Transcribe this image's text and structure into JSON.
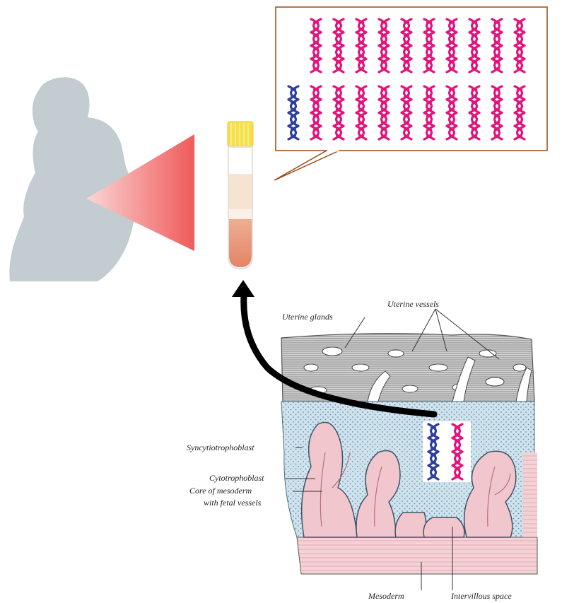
{
  "labels": {
    "uterine_glands": "Uterine glands",
    "uterine_vessels": "Uterine vessels",
    "syncytiotrophoblast": "Syncytiotrophoblast",
    "cytotrophoblast": "Cytotrophoblast",
    "core_line1": "Core of mesoderm",
    "core_line2": "with fetal vessels",
    "mesoderm": "Mesoderm",
    "intervillous_space": "Intervillous space"
  },
  "colors": {
    "silhouette": "#c3ccd1",
    "cone": "#f06a6a",
    "maternal_dna": "#e4137c",
    "fetal_dna": "#2f3f9c",
    "callout_border": "#9a4a16",
    "cap": "#f5e04a",
    "plasma": "#f6e3d0",
    "blood": "#e89a7a",
    "arrow": "#000000"
  },
  "dna_grid": {
    "rows": [
      {
        "fetal": 0,
        "maternal": 10
      },
      {
        "fetal": 1,
        "maternal": 10
      }
    ]
  },
  "placenta_dna": {
    "fetal": 1,
    "maternal": 1
  }
}
